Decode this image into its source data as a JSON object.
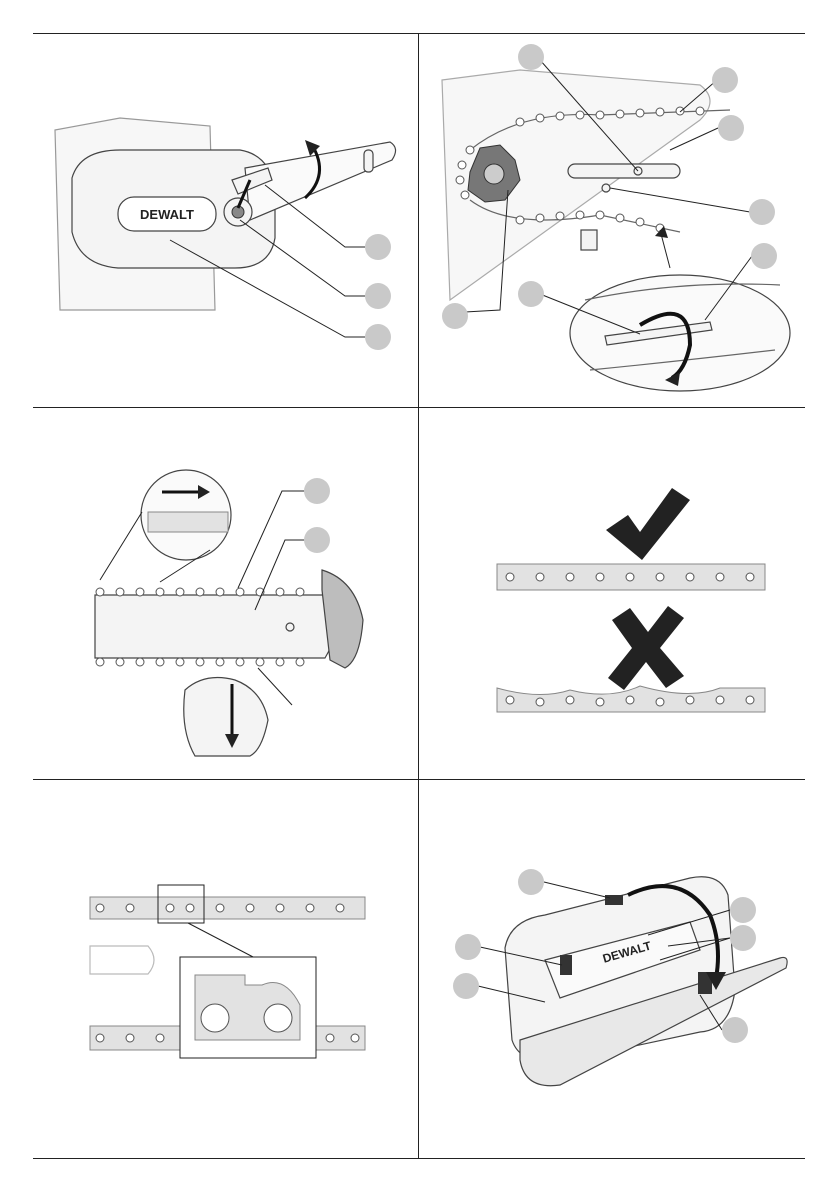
{
  "page": {
    "panels": [
      {
        "id": "panel-1",
        "brand": "DEWALT"
      },
      {
        "id": "panel-2"
      },
      {
        "id": "panel-3"
      },
      {
        "id": "panel-4"
      },
      {
        "id": "panel-5"
      },
      {
        "id": "panel-6",
        "brand": "DEWALT"
      }
    ]
  },
  "icons": {
    "check": "checkmark-icon",
    "cross": "cross-icon",
    "arrow": "direction-arrow-icon"
  },
  "colors": {
    "callout": "#c9c9c9",
    "line": "#222222",
    "background": "#ffffff"
  }
}
